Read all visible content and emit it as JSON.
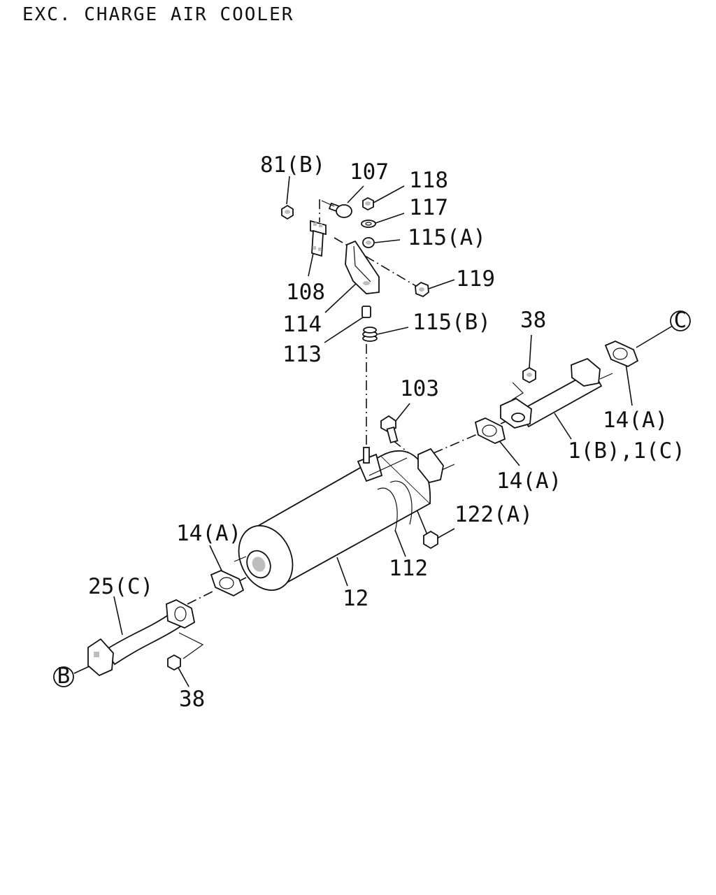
{
  "title": "EXC. CHARGE AIR COOLER",
  "callouts": {
    "c81b": "81(B)",
    "c107": "107",
    "c118": "118",
    "c117": "117",
    "c115a": "115(A)",
    "c119": "119",
    "c108": "108",
    "c114": "114",
    "c113": "113",
    "c115b": "115(B)",
    "c38_top": "38",
    "c14a_right": "14(A)",
    "c103": "103",
    "c1bc": "1(B),1(C)",
    "c14a_mid": "14(A)",
    "c122a": "122(A)",
    "c14a_left": "14(A)",
    "c25c": "25(C)",
    "c112": "112",
    "c12": "12",
    "c38_bottom": "38"
  },
  "connectors": {
    "c_label": "C",
    "b_label": "B"
  }
}
